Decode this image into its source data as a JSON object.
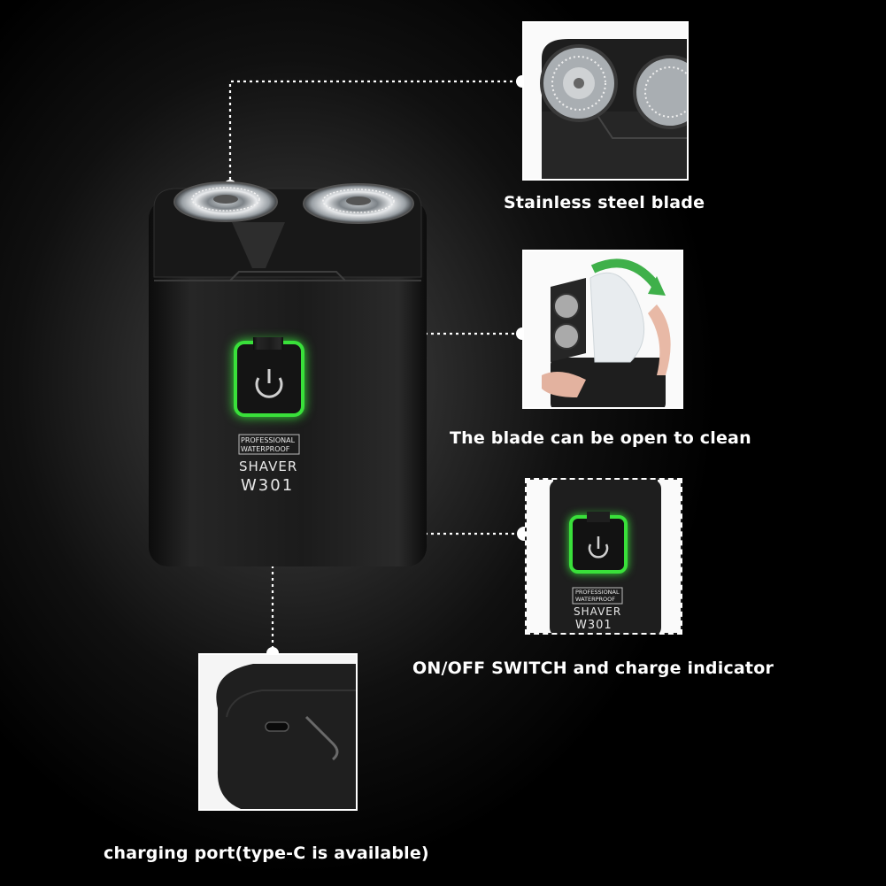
{
  "product": {
    "badge_line1": "PROFESSIONAL",
    "badge_line2": "WATERPROOF",
    "name": "SHAVER",
    "model": "W301"
  },
  "callouts": [
    {
      "id": "blade",
      "caption": "Stainless steel blade",
      "icon": "blade-heads-closeup"
    },
    {
      "id": "clean",
      "caption": "The blade can be open to clean",
      "icon": "open-head-rinse"
    },
    {
      "id": "switch",
      "caption": "ON/OFF SWITCH and charge indicator",
      "icon": "power-button-closeup"
    },
    {
      "id": "port",
      "caption": "charging port(type-C is available)",
      "icon": "usb-c-port-closeup"
    }
  ],
  "colors": {
    "indicator_green": "#39e03a",
    "body": "#1b1b1b",
    "caption_text": "#ffffff"
  }
}
